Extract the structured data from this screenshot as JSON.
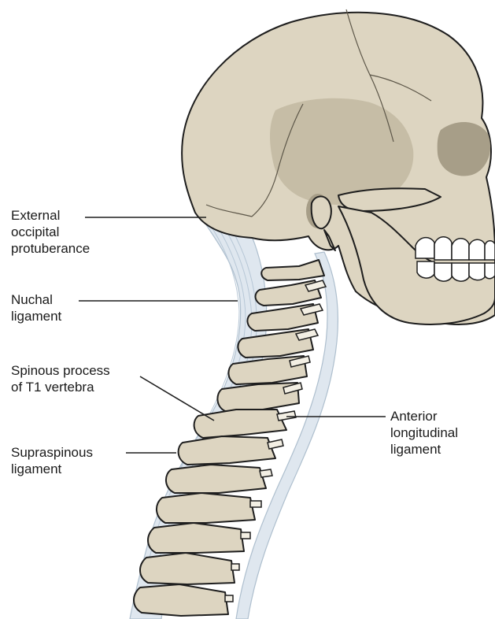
{
  "labels": {
    "external_occipital_protuberance": [
      "External",
      "occipital",
      "protuberance"
    ],
    "nuchal_ligament": [
      "Nuchal",
      "ligament"
    ],
    "spinous_process_t1": [
      "Spinous process",
      "of T1 vertebra"
    ],
    "supraspinous_ligament": [
      "Supraspinous",
      "ligament"
    ],
    "anterior_longitudinal_ligament": [
      "Anterior",
      "longitudinal",
      "ligament"
    ]
  }
}
